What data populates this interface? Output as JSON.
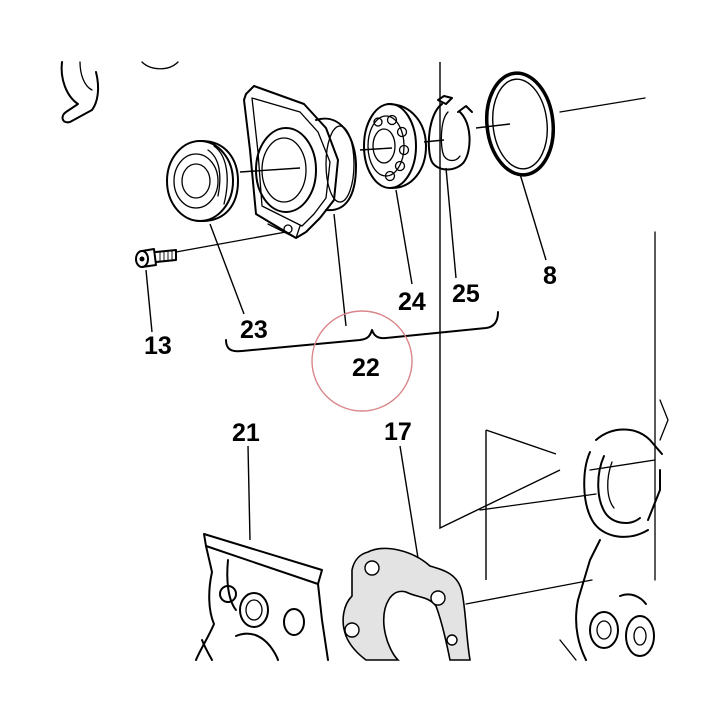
{
  "callouts": {
    "c8": "8",
    "c13": "13",
    "c17": "17",
    "c21": "21",
    "c22": "22",
    "c23": "23",
    "c24": "24",
    "c25": "25"
  },
  "colors": {
    "line": "#000000",
    "highlight_circle": "#d9868a",
    "background": "#ffffff",
    "gasket_fill": "#e3e3e3"
  }
}
